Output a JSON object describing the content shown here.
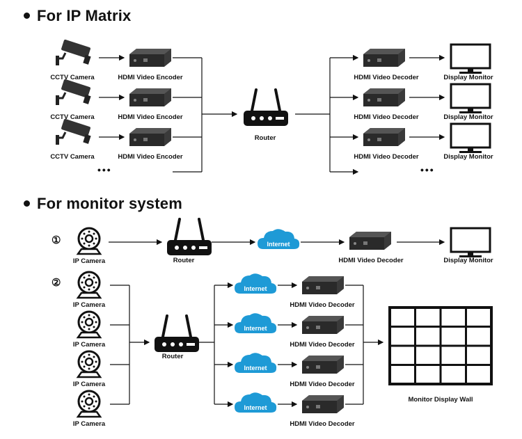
{
  "sections": {
    "ip_matrix_title": "For IP Matrix",
    "monitor_system_title": "For monitor system"
  },
  "labels": {
    "cctv_camera": "CCTV Camera",
    "hdmi_encoder": "HDMI Video Encoder",
    "hdmi_decoder": "HDMI Video Decoder",
    "display_monitor": "Display Monitor",
    "router": "Router",
    "ip_camera": "IP Camera",
    "internet": "Internet",
    "monitor_wall": "Monitor Display Wall",
    "more": "•••",
    "step1": "①",
    "step2": "②"
  },
  "icons": [
    "cctv-camera-icon",
    "encoder-box-icon",
    "decoder-box-icon",
    "monitor-icon",
    "router-icon",
    "ip-camera-icon",
    "internet-cloud-icon",
    "video-wall-icon"
  ],
  "colors": {
    "cloud": "#1e9ad6",
    "line": "#111111",
    "device": "#2a2a2a"
  }
}
